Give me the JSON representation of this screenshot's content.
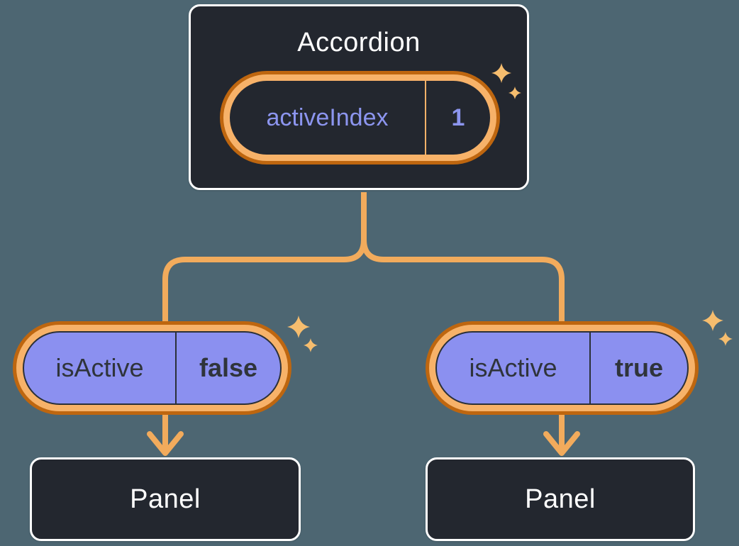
{
  "colors": {
    "background": "#4d6672",
    "box_bg": "#23272f",
    "box_border": "#ffffff",
    "ring_outer": "#be660f",
    "ring_inner": "#f7b269",
    "connector": "#f2ab5c",
    "pill_fill": "#8b90f0",
    "pill_outline": "#2b3038",
    "purple_text": "#8c95ef",
    "dark_text": "#2f343b",
    "white_text": "#ffffff",
    "sparkle": "#f6bd6e"
  },
  "accordion": {
    "title": "Accordion",
    "state_label": "activeIndex",
    "state_value": "1"
  },
  "left_child": {
    "prop_label": "isActive",
    "prop_value": "false",
    "panel_title": "Panel"
  },
  "right_child": {
    "prop_label": "isActive",
    "prop_value": "true",
    "panel_title": "Panel"
  }
}
